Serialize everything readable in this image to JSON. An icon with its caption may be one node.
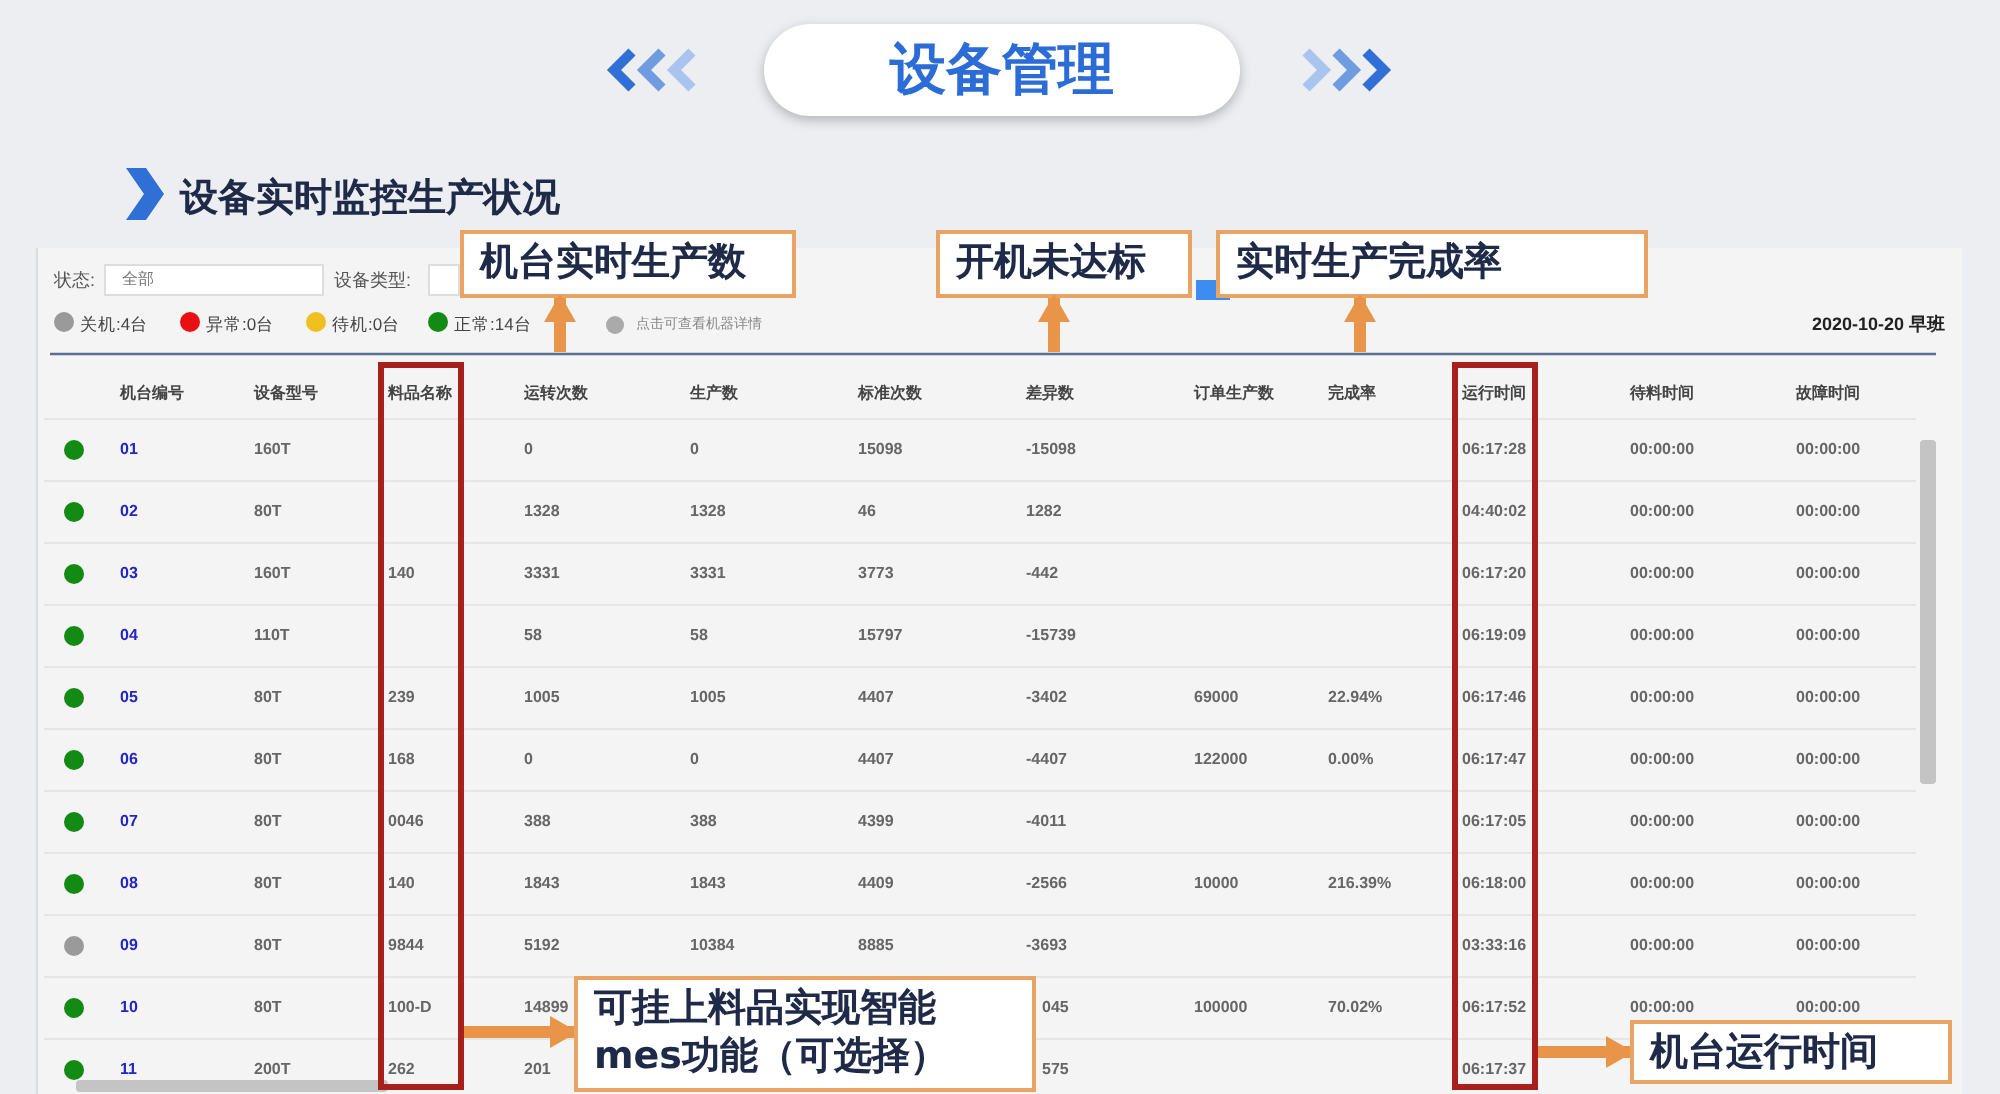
{
  "diagram": {
    "title": "设备管理",
    "nodes": [
      {
        "text": [
          "机台实时生产数"
        ]
      },
      {
        "text": [
          "开机未达标"
        ]
      },
      {
        "text": [
          "实时生产完成率"
        ]
      },
      {
        "text": [],
        "shape": "box"
      },
      {
        "text": [],
        "shape": "box"
      },
      {
        "text": [
          "可挂上料品实现智能 mes功能（可选择）"
        ]
      },
      {
        "text": [
          "机台运行时间"
        ]
      }
    ],
    "edges": [
      {
        "from": null,
        "to": 0,
        "arrow": "to"
      },
      {
        "from": null,
        "to": 1,
        "arrow": "to"
      },
      {
        "from": null,
        "to": 2,
        "arrow": "to"
      },
      {
        "from": 3,
        "to": 5,
        "arrow": "to"
      },
      {
        "from": 4,
        "to": 6,
        "arrow": "to"
      }
    ],
    "labels": [
      "设备实时监控生产状况",
      "状态:",
      "全部",
      "设备类型:",
      "点击可查看机器详情",
      "2020-10-20 早班",
      "机台编号",
      "设备型号",
      "料品名称",
      "运转次数",
      "生产数",
      "标准次数",
      "差异数",
      "订单生产数",
      "完成率",
      "运行时间",
      "待料时间",
      "故障时间",
      "01",
      "160T",
      "0",
      "0",
      "15098",
      "-15098",
      "06:17:28",
      "00:00:00",
      "00:00:00",
      "02",
      "80T",
      "1328",
      "1328",
      "46",
      "1282",
      "04:40:02",
      "00:00:00",
      "00:00:00",
      "03",
      "160T",
      "140",
      "3331",
      "3331",
      "3773",
      "-442",
      "06:17:20",
      "00:00:00",
      "00:00:00",
      "04",
      "110T",
      "58",
      "58",
      "15797",
      "-15739",
      "06:19:09",
      "00:00:00",
      "00:00:00",
      "05",
      "80T",
      "239",
      "1005",
      "1005",
      "4407",
      "-3402",
      "69000",
      "22.94%",
      "06:17:46",
      "00:00:00",
      "00:00:00",
      "06",
      "80T",
      "168",
      "0",
      "0",
      "4407",
      "-4407",
      "122000",
      "0.00%",
      "06:17:47",
      "00:00:00",
      "00:00:00",
      "07",
      "80T",
      "0046",
      "388",
      "388",
      "4399",
      "-4011",
      "06:17:05",
      "00:00:00",
      "00:00:00",
      "08",
      "80T",
      "140",
      "1843",
      "1843",
      "4409",
      "-2566",
      "10000",
      "216.39%",
      "06:18:00",
      "00:00:00",
      "00:00:00",
      "09",
      "80T",
      "9844",
      "5192",
      "10384",
      "8885",
      "-3693",
      "03:33:16",
      "00:00:00",
      "00:00:00",
      "10",
      "80T",
      "100-D",
      "14899",
      "045",
      "100000",
      "70.02%",
      "06:17:52",
      "00:00:00",
      "00:00:00",
      "11",
      "200T",
      "262",
      "201",
      "575",
      "06:17:37"
    ],
    "legend": [
      {
        "text": "关机:4台",
        "color": "#9a9a9a"
      },
      {
        "text": "异常:0台",
        "color": "#e81010"
      },
      {
        "text": "待机:0台",
        "color": "#f0c020"
      },
      {
        "text": "正常:14台",
        "color": "#138a13"
      }
    ]
  }
}
